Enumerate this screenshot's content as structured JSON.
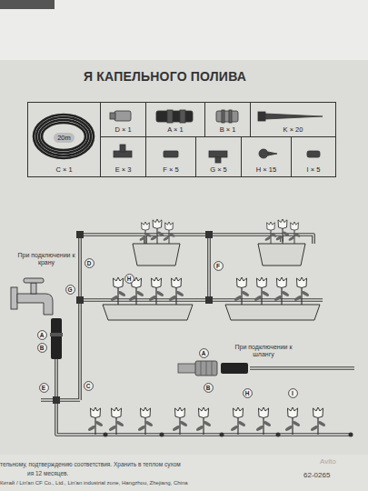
{
  "diagram": {
    "title": "Я КАПЕЛЬНОГО ПОЛИВА",
    "nodes": [
      {
        "text": [
          "20m",
          "C × 1"
        ]
      },
      {
        "text": [
          "D × 1"
        ]
      },
      {
        "text": [
          "A × 1"
        ]
      },
      {
        "text": [
          "B × 1"
        ]
      },
      {
        "text": [
          "K × 20"
        ]
      },
      {
        "text": [
          "E × 3"
        ]
      },
      {
        "text": [
          "F × 5"
        ]
      },
      {
        "text": [
          "G × 5"
        ]
      },
      {
        "text": [
          "H × 15"
        ]
      },
      {
        "text": [
          "I × 5"
        ]
      },
      {
        "text": [
          "D"
        ]
      },
      {
        "text": [
          "F"
        ]
      },
      {
        "text": [
          "H"
        ]
      },
      {
        "text": [
          "G"
        ]
      },
      {
        "text": [
          "A"
        ]
      },
      {
        "text": [
          "B"
        ]
      },
      {
        "text": [
          "A"
        ]
      },
      {
        "text": [
          "E"
        ]
      },
      {
        "text": [
          "C"
        ]
      },
      {
        "text": [
          "B"
        ]
      },
      {
        "text": [
          "H"
        ]
      },
      {
        "text": [
          "I"
        ]
      }
    ],
    "labels": [
      "При подключении к крану",
      "При подключении к шлангу",
      "тельному, подтверждению соответствия. Хранить в теплом сухом",
      "ия 12 месяцев.",
      "Китай / Lin'an CF Co., Ltd., Lin'an industrial zone, Hangzhou, Zhejiang, China",
      "62-0265",
      "Avito"
    ]
  }
}
